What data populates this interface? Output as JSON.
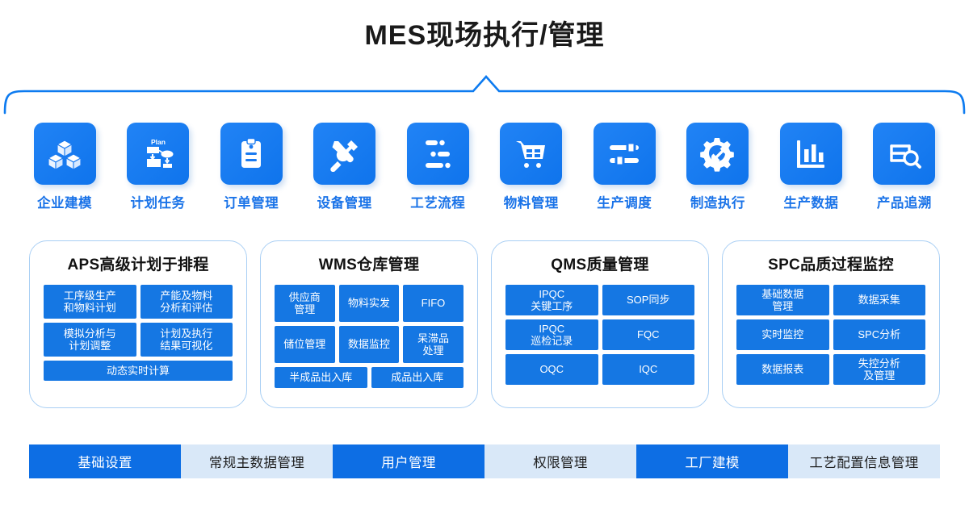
{
  "header": {
    "title": "MES现场执行/管理"
  },
  "colors": {
    "primary_blue": "#0d6ee4",
    "tile_blue": "#1a7af0",
    "chip_blue": "#1577e3",
    "light_blue": "#d9e8f8",
    "label_blue": "#1a73e8",
    "card_border": "#a9cff4"
  },
  "icon_row": [
    {
      "icon": "cubes-icon",
      "label": "企业建模"
    },
    {
      "icon": "plan-flowchart-icon",
      "label": "计划任务"
    },
    {
      "icon": "clipboard-icon",
      "label": "订单管理"
    },
    {
      "icon": "wrench-screwdriver-icon",
      "label": "设备管理"
    },
    {
      "icon": "process-flow-icon",
      "label": "工艺流程"
    },
    {
      "icon": "shopping-cart-icon",
      "label": "物料管理"
    },
    {
      "icon": "sliders-icon",
      "label": "生产调度"
    },
    {
      "icon": "gear-wrench-icon",
      "label": "制造执行"
    },
    {
      "icon": "bar-chart-icon",
      "label": "生产数据"
    },
    {
      "icon": "document-search-icon",
      "label": "产品追溯"
    }
  ],
  "cards": [
    {
      "id": "aps",
      "title": "APS高级计划于排程",
      "items": [
        "工序级生产\n和物料计划",
        "产能及物料\n分析和评估",
        "模拟分析与\n计划调整",
        "计划及执行\n结果可视化"
      ],
      "wide_items": [
        "动态实时计算"
      ]
    },
    {
      "id": "wms",
      "title": "WMS仓库管理",
      "items": [
        "供应商\n管理",
        "物料实发",
        "FIFO",
        "储位管理",
        "数据监控",
        "呆滞品\n处理"
      ],
      "half_items": [
        "半成品出入库",
        "成品出入库"
      ]
    },
    {
      "id": "qms",
      "title": "QMS质量管理",
      "items": [
        "IPQC\n关键工序",
        "SOP同步",
        "IPQC\n巡检记录",
        "FQC",
        "OQC",
        "IQC"
      ]
    },
    {
      "id": "spc",
      "title": "SPC品质过程监控",
      "items": [
        "基础数据\n管理",
        "数据采集",
        "实时监控",
        "SPC分析",
        "数据报表",
        "失控分析\n及管理"
      ]
    }
  ],
  "bottom_bar": [
    {
      "label": "基础设置",
      "active": true
    },
    {
      "label": "常规主数据管理",
      "active": false
    },
    {
      "label": "用户管理",
      "active": true
    },
    {
      "label": "权限管理",
      "active": false
    },
    {
      "label": "工厂建模",
      "active": true
    },
    {
      "label": "工艺配置信息管理",
      "active": false
    }
  ]
}
